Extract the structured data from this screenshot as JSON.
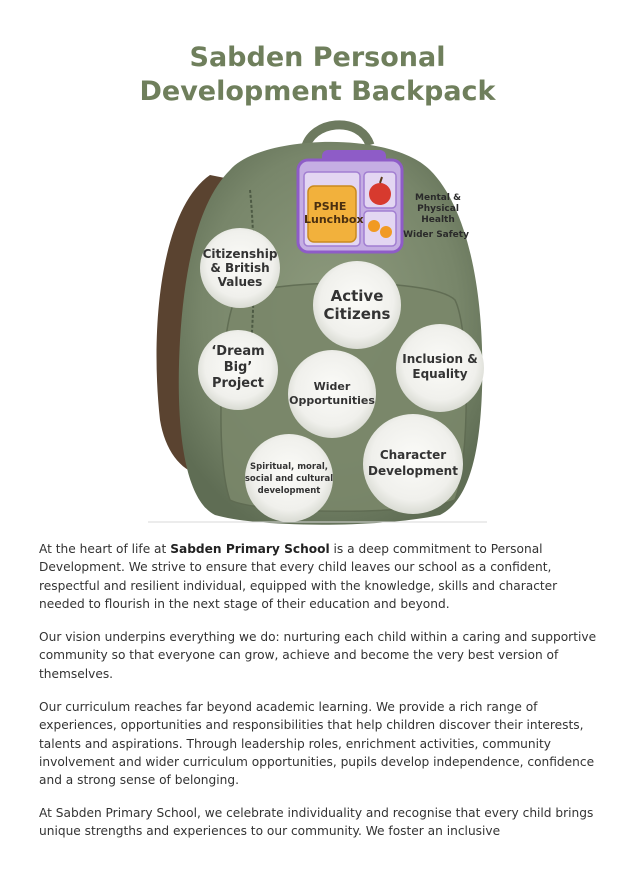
{
  "title": {
    "line1": "Sabden Personal",
    "line2": "Development Backpack"
  },
  "lunchbox": {
    "line1": "PSHE",
    "line2": "Lunchbox"
  },
  "side_labels": {
    "mental_line1": "Mental & Physical",
    "mental_line2": "Health",
    "wider_safety": "Wider Safety"
  },
  "bubbles": {
    "citizenship": [
      "Citizenship",
      "& British",
      "Values"
    ],
    "active": [
      "Active",
      "Citizens"
    ],
    "dream": [
      "‘Dream",
      "Big’",
      "Project"
    ],
    "inclusion": [
      "Inclusion &",
      "Equality"
    ],
    "wider": [
      "Wider",
      "Opportunities"
    ],
    "character": [
      "Character",
      "Development"
    ],
    "smsc": [
      "Spiritual, moral,",
      "social and cultural",
      "development"
    ]
  },
  "paragraphs": {
    "p1_before": "At the heart of life at ",
    "p1_bold": "Sabden Primary School",
    "p1_after": " is a deep commitment to Personal Development. We strive to ensure that every child leaves our school as a confident, respectful and resilient individual, equipped with the knowledge, skills and character needed to flourish in the next stage of their education and beyond.",
    "p2": "Our vision underpins everything we do: nurturing each child within a caring and supportive community so that everyone can grow, achieve and become the very best version of themselves.",
    "p3": "Our curriculum reaches far beyond academic learning. We provide a rich range of experiences, opportunities and responsibilities that help children discover their interests, talents and aspirations. Through leadership roles, enrichment activities, community involvement and wider curriculum opportunities, pupils develop independence, confidence and a strong sense of belonging.",
    "p4": "At Sabden Primary School, we celebrate individuality and recognise that every child brings unique strengths and experiences to our community. We foster an inclusive"
  },
  "colors": {
    "title": "#6f7f5c",
    "backpack": "#7d8a6d",
    "strap": "#5a4330",
    "lunchbox": "#b69ad8",
    "bubble": "#f4f4f1"
  }
}
